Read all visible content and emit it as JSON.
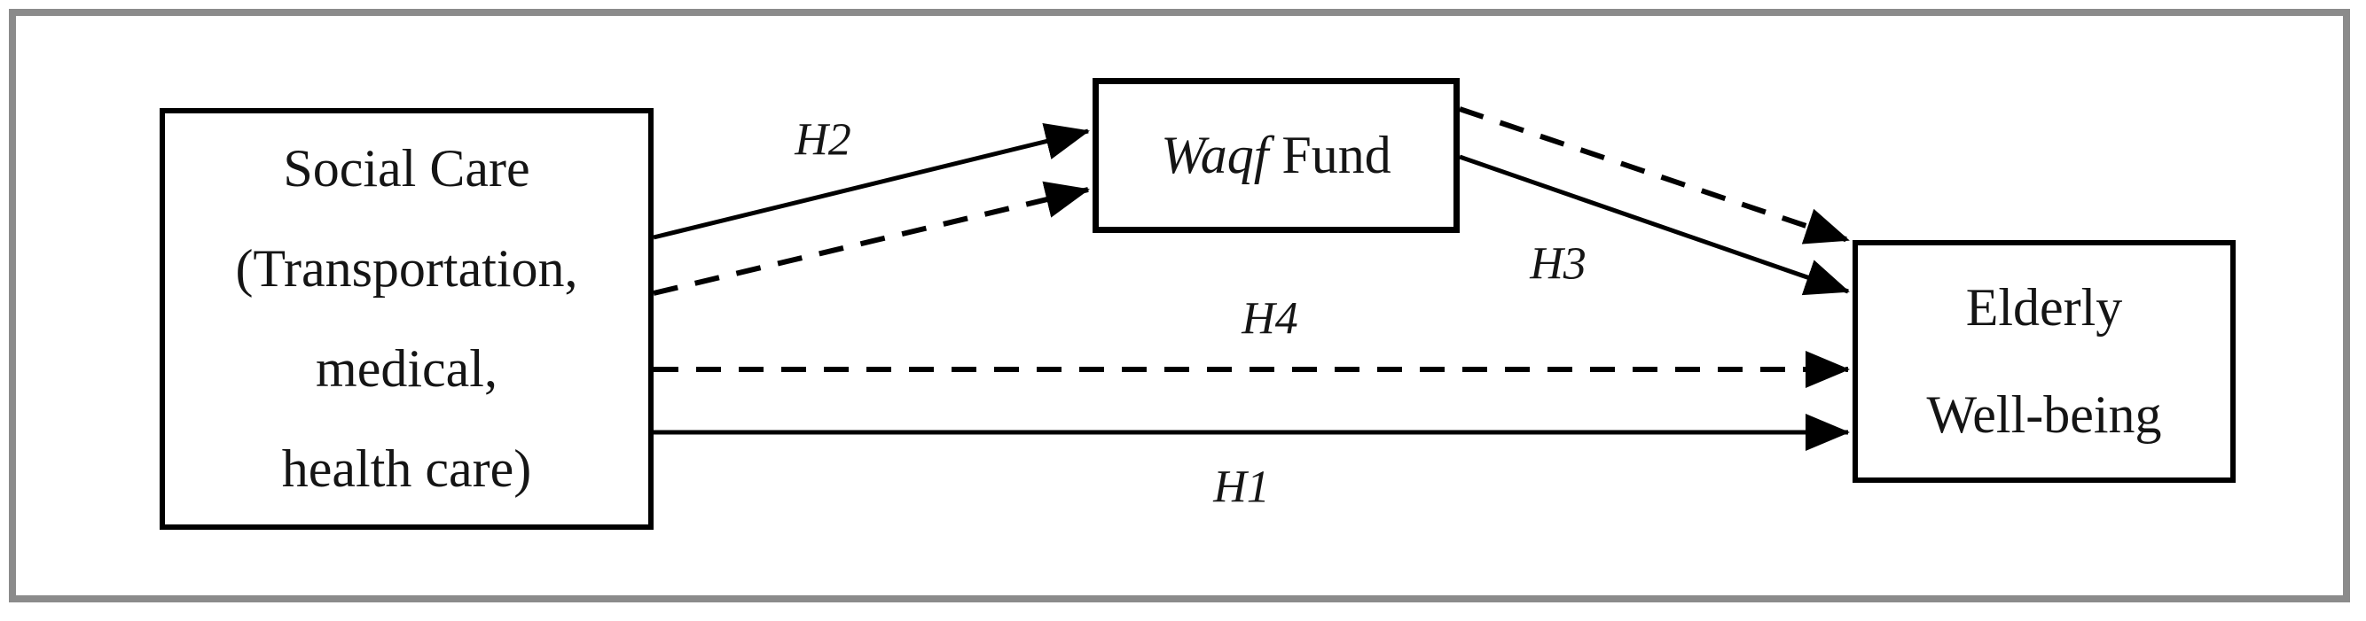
{
  "diagram": {
    "nodes": {
      "social_care": {
        "lines": [
          "Social Care",
          "(Transportation,",
          "medical,",
          "health care)"
        ]
      },
      "waqf_fund": {
        "title_italic": "Waqf",
        "title_rest": " Fund"
      },
      "elderly_well_being": {
        "lines": [
          "Elderly",
          "Well-being"
        ]
      }
    },
    "labels": {
      "h1": "H1",
      "h2": "H2",
      "h3": "H3",
      "h4": "H4"
    },
    "edges": [
      {
        "from": "social_care",
        "to": "waqf_fund",
        "style": "solid",
        "label": "H2"
      },
      {
        "from": "social_care",
        "to": "waqf_fund",
        "style": "dashed",
        "label": ""
      },
      {
        "from": "waqf_fund",
        "to": "elderly_well_being",
        "style": "dashed",
        "label": ""
      },
      {
        "from": "waqf_fund",
        "to": "elderly_well_being",
        "style": "solid",
        "label": "H3"
      },
      {
        "from": "social_care",
        "to": "elderly_well_being",
        "style": "dashed",
        "label": "H4"
      },
      {
        "from": "social_care",
        "to": "elderly_well_being",
        "style": "solid",
        "label": "H1"
      }
    ],
    "colors": {
      "line": "#000000",
      "frame": "#8b8b8b",
      "background": "#ffffff"
    }
  }
}
